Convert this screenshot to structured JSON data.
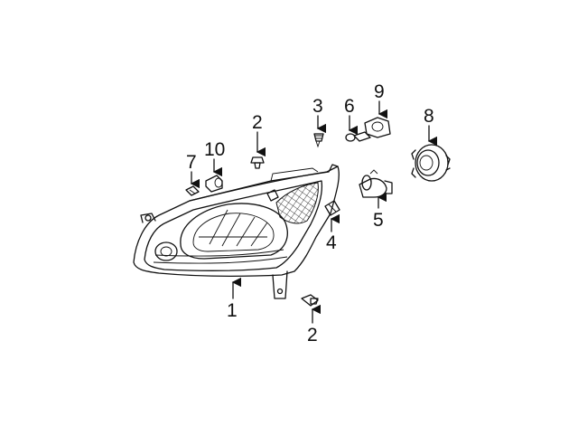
{
  "diagram": {
    "callouts": [
      "1",
      "2",
      "2",
      "3",
      "4",
      "5",
      "6",
      "7",
      "8",
      "9",
      "10"
    ]
  }
}
